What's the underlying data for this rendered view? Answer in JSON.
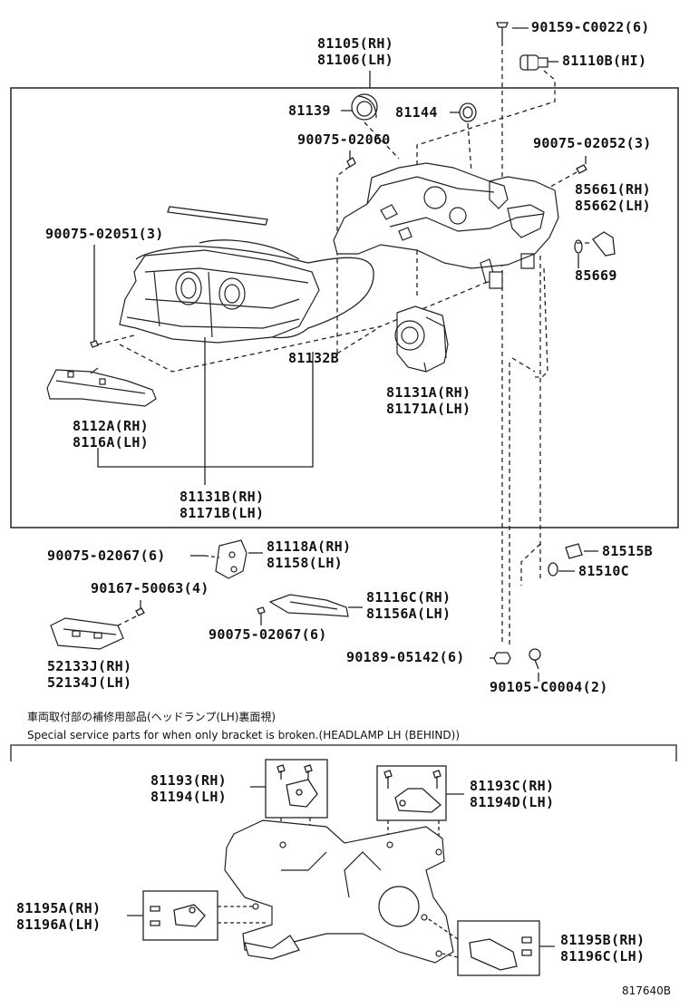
{
  "parts": {
    "p81105": "81105(RH)",
    "p81106": "81106(LH)",
    "p90159": "90159-C0022(6)",
    "p81110B": "81110B(HI)",
    "p81139": "81139",
    "p81144": "81144",
    "p90075_02060": "90075-02060",
    "p90075_02052": "90075-02052(3)",
    "p85661": "85661(RH)",
    "p85662": "85662(LH)",
    "p90075_02051": "90075-02051(3)",
    "p85669": "85669",
    "p81132B": "81132B",
    "p81131A": "81131A(RH)",
    "p81171A": "81171A(LH)",
    "p8112A": "8112A(RH)",
    "p8116A": "8116A(LH)",
    "p81131B": "81131B(RH)",
    "p81171B": "81171B(LH)",
    "p90075_02067a": "90075-02067(6)",
    "p81118A": "81118A(RH)",
    "p81158": "81158(LH)",
    "p81515B": "81515B",
    "p81510C": "81510C",
    "p90167": "90167-50063(4)",
    "p81116C": "81116C(RH)",
    "p81156A": "81156A(LH)",
    "p90075_02067b": "90075-02067(6)",
    "p52133J": "52133J(RH)",
    "p52134J": "52134J(LH)",
    "p90189": "90189-05142(6)",
    "p90105": "90105-C0004(2)",
    "p81193": "81193(RH)",
    "p81194": "81194(LH)",
    "p81193C": "81193C(RH)",
    "p81194D": "81194D(LH)",
    "p81195A": "81195A(RH)",
    "p81196A": "81196A(LH)",
    "p81195B": "81195B(RH)",
    "p81196C": "81196C(LH)"
  },
  "notes": {
    "jp": "車両取付部の補修用部品(ヘッドランプ(LH)裏面視)",
    "en": "Special service parts for when only bracket is broken.(HEADLAMP LH (BEHIND))"
  },
  "diagram_code": "817640B"
}
